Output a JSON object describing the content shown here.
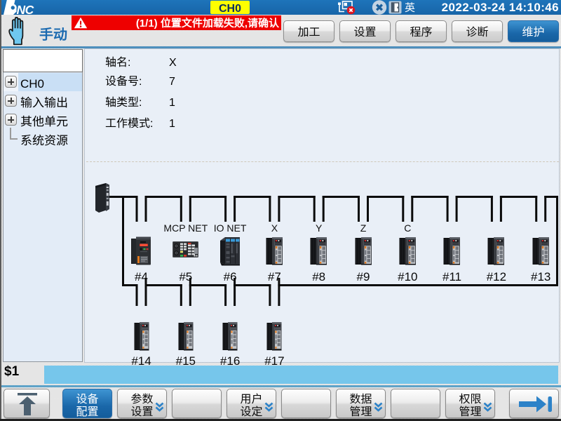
{
  "top_bar": {
    "logo_text": "NC",
    "channel_badge": "CH0",
    "language_indicator": "英",
    "datetime": "2022-03-24 14:10:46"
  },
  "status_row": {
    "mode_label": "手动",
    "alert_text": "(1/1) 位置文件加载失败,请确认",
    "menu": [
      {
        "label": "加工",
        "active": false
      },
      {
        "label": "设置",
        "active": false
      },
      {
        "label": "程序",
        "active": false
      },
      {
        "label": "诊断",
        "active": false
      },
      {
        "label": "维护",
        "active": true
      }
    ]
  },
  "sidebar": {
    "tree": [
      {
        "label": "CH0",
        "expandable": true,
        "selected": true,
        "child": false
      },
      {
        "label": "输入输出",
        "expandable": true,
        "selected": false,
        "child": false
      },
      {
        "label": "其他单元",
        "expandable": true,
        "selected": false,
        "child": false
      },
      {
        "label": "系统资源",
        "expandable": false,
        "selected": false,
        "child": true
      }
    ]
  },
  "main": {
    "fields": [
      {
        "label": "轴名:",
        "value": "X"
      },
      {
        "label": "设备号:",
        "value": "7"
      },
      {
        "label": "轴类型:",
        "value": "1"
      },
      {
        "label": "工作模式:",
        "value": "1"
      }
    ],
    "diagram": {
      "port_labels": [
        {
          "col": 1,
          "text": "MCP NET"
        },
        {
          "col": 2,
          "text": "IO NET"
        },
        {
          "col": 3,
          "text": "X"
        },
        {
          "col": 4,
          "text": "Y"
        },
        {
          "col": 5,
          "text": "Z"
        },
        {
          "col": 6,
          "text": "C"
        }
      ],
      "devices_row1": [
        {
          "id": "#4",
          "type": "vfd"
        },
        {
          "id": "#5",
          "type": "mcp"
        },
        {
          "id": "#6",
          "type": "net"
        },
        {
          "id": "#7",
          "type": "servo"
        },
        {
          "id": "#8",
          "type": "servo"
        },
        {
          "id": "#9",
          "type": "servo"
        },
        {
          "id": "#10",
          "type": "servo"
        },
        {
          "id": "#11",
          "type": "servo"
        },
        {
          "id": "#12",
          "type": "servo"
        },
        {
          "id": "#13",
          "type": "servo"
        }
      ],
      "devices_row2": [
        {
          "id": "#14",
          "type": "servo2"
        },
        {
          "id": "#15",
          "type": "servo2"
        },
        {
          "id": "#16",
          "type": "servo2"
        },
        {
          "id": "#17",
          "type": "servo2"
        }
      ]
    }
  },
  "status_bar": {
    "channel_label": "$1"
  },
  "toolbar": [
    {
      "label": "",
      "icon": "up-arrow"
    },
    {
      "label": "设备配置",
      "active": true,
      "chevron": false
    },
    {
      "label": "参数设置",
      "active": false,
      "chevron": true
    },
    {
      "label": "",
      "active": false,
      "chevron": false
    },
    {
      "label": "用户设定",
      "active": false,
      "chevron": true
    },
    {
      "label": "",
      "active": false,
      "chevron": false
    },
    {
      "label": "数据管理",
      "active": false,
      "chevron": true
    },
    {
      "label": "",
      "active": false,
      "chevron": false
    },
    {
      "label": "权限管理",
      "active": false,
      "chevron": true
    },
    {
      "label": "",
      "icon": "next-arrow"
    }
  ],
  "colors": {
    "topbar_blue": "#1a6cb0",
    "accent_blue": "#1e72b8",
    "alert_red": "#ee0000",
    "badge_yellow": "#ffff00",
    "statusbar_skyblue": "#76c6eb",
    "panel_lightblue": "#e9eff7"
  }
}
